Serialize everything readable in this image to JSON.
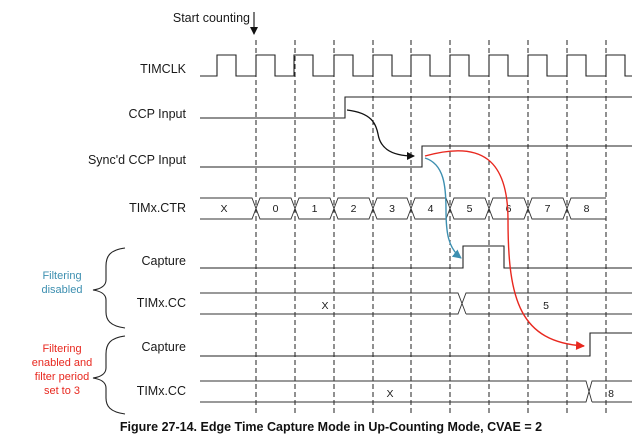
{
  "top_annotation": "Start counting",
  "signals": {
    "timclk": "TIMCLK",
    "ccp_input": "CCP Input",
    "sync_ccp_input": "Sync'd CCP Input",
    "timx_ctr": "TIMx.CTR",
    "capture_1": "Capture",
    "timx_cc_1": "TIMx.CC",
    "capture_2": "Capture",
    "timx_cc_2": "TIMx.CC"
  },
  "groups": {
    "filtering_disabled": [
      "Filtering",
      "disabled"
    ],
    "filtering_enabled": [
      "Filtering",
      "enabled and",
      "filter period",
      "set to 3"
    ]
  },
  "counter_values": [
    "X",
    "0",
    "1",
    "2",
    "3",
    "4",
    "5",
    "6",
    "7",
    "8"
  ],
  "cc1_values": [
    "X",
    "5"
  ],
  "cc2_values": [
    "X",
    "8"
  ],
  "caption": "Figure 27-14. Edge Time Capture Mode in Up-Counting Mode, CVAE = 2",
  "colors": {
    "filter_disabled": "#3d8fb0",
    "filter_enabled": "#e8281f",
    "line": "#222222"
  }
}
